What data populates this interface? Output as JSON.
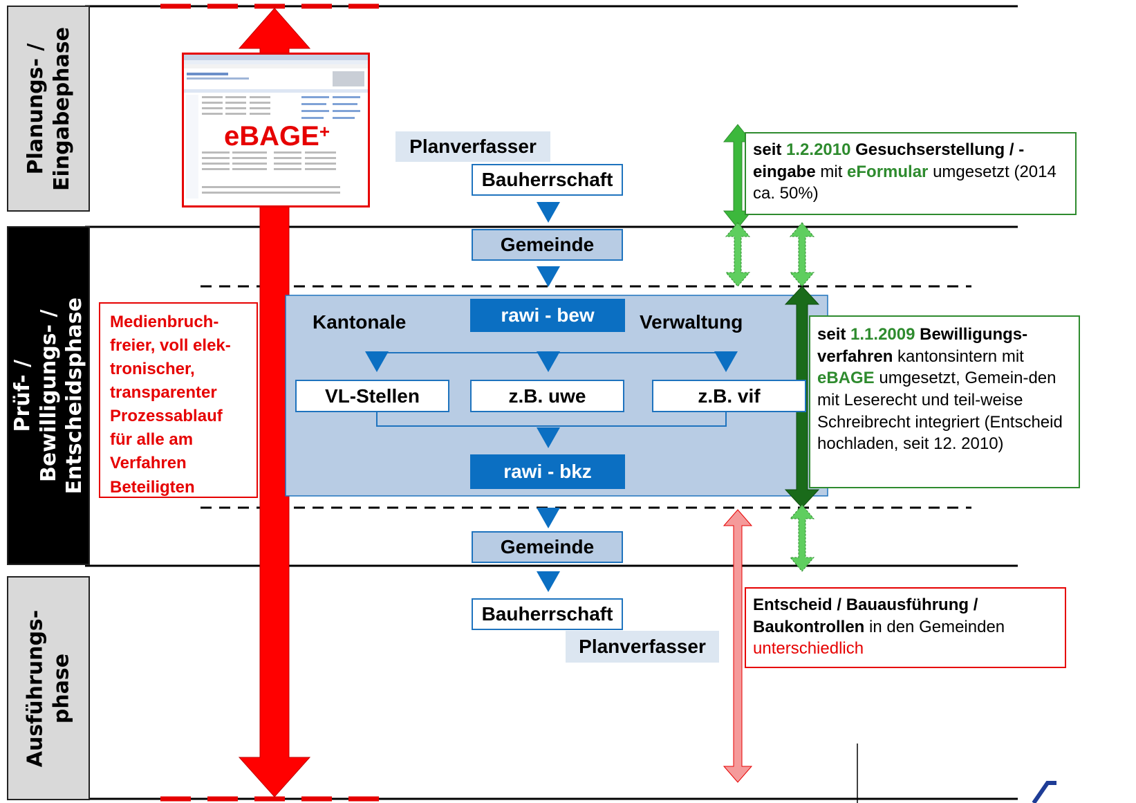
{
  "phases": {
    "planning": "Planungs- / Eingabephase",
    "review": "Prüf- / Bewilligungs- / Entscheidsphase",
    "execution": "Ausführungs- phase"
  },
  "nodes": {
    "planverfasser_top": "Planverfasser",
    "bauherrschaft_top": "Bauherrschaft",
    "gemeinde_top": "Gemeinde",
    "rawi_bew": "rawi - bew",
    "kantonale": "Kantonale",
    "verwaltung": "Verwaltung",
    "vl_stellen": "VL-Stellen",
    "uwe": "z.B. uwe",
    "vif": "z.B. vif",
    "rawi_bkz": "rawi - bkz",
    "gemeinde_bottom": "Gemeinde",
    "bauherrschaft_bottom": "Bauherrschaft",
    "planverfasser_bottom": "Planverfasser"
  },
  "ebage_logo": "eBAGE",
  "ebage_logo_sup": "+",
  "left_note": [
    "Medienbruch-",
    "freier, voll elek-",
    "tronischer,",
    "transparenter",
    "Prozessablauf",
    "für alle am",
    "Verfahren",
    "Beteiligten"
  ],
  "note_top": {
    "p1": "seit ",
    "p2": "1.2.2010",
    "p3": " Gesuchserstellung / -eingabe",
    "p4": " mit ",
    "p5": "eFormular",
    "p6": " umgesetzt (2014 ca. 50%)"
  },
  "note_middle": {
    "p1": "seit ",
    "p2": "1.1.2009",
    "p3": " Bewilligungs-verfahren",
    "p4": " kantonsintern mit ",
    "p5": "eBAGE",
    "p6": " umgesetzt, Gemein-den mit Leserecht und teil-weise Schreibrecht integriert (Entscheid hochladen, seit 12. 2010)"
  },
  "note_bottom": {
    "p1": "Entscheid / Bauausführung / Baukontrollen",
    "p2": " in den Gemeinden ",
    "p3": "unterschiedlich"
  },
  "colors": {
    "red": "#e60000",
    "green": "#2e8b2e",
    "blue": "#0b6fc2",
    "light_blue": "#b8cce4"
  }
}
